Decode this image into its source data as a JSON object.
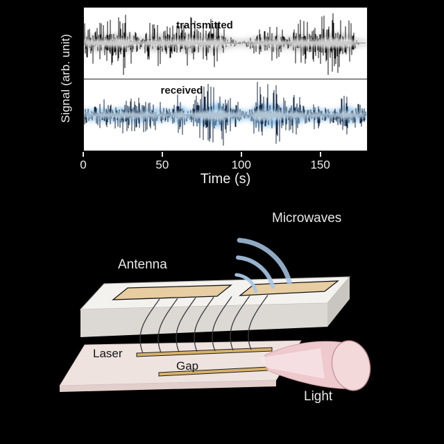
{
  "chart_data": {
    "type": "line",
    "title": "",
    "xlabel": "Time (s)",
    "ylabel": "Signal (arb. unit)",
    "x_ticks": [
      0,
      50,
      100,
      150
    ],
    "xlim": [
      0,
      180
    ],
    "grid": false,
    "legend_position": "inside-top",
    "quiet_zone_t": 100,
    "series": [
      {
        "name": "transmitted",
        "style": "noise-burst",
        "seed": 11,
        "amp": 1.0,
        "quiet_depth": 0.85,
        "x_end": 175,
        "trace_color": "#0b0b0b",
        "glow_color": "#bdbdbd",
        "core_color": "#ffffff"
      },
      {
        "name": "received",
        "style": "noise-burst",
        "seed": 29,
        "amp": 1.12,
        "quiet_depth": 0.6,
        "x_end": 180,
        "trace_color": "#16263f",
        "glow_color": "#82bbe6",
        "core_color": "#d8ecfa"
      }
    ]
  },
  "diagram": {
    "labels": {
      "microwaves": "Microwaves",
      "antenna": "Antenna",
      "laser": "Laser",
      "gap": "Gap",
      "light": "Light"
    },
    "colors": {
      "chip_top": "#f4f2ef",
      "chip_front": "#dcd9d5",
      "chip_side": "#c9c6c2",
      "electrode": "#e7cda1",
      "slab_top": "#efe3e0",
      "slab_front": "#e2cecb",
      "gold": "#d8b269",
      "wave_arc": "#a9c7e5",
      "field_line": "#3a3a3a",
      "light_body": "#eec9cd",
      "light_cap": "#f4d9db",
      "light_cone": "#f7e3e5"
    }
  }
}
